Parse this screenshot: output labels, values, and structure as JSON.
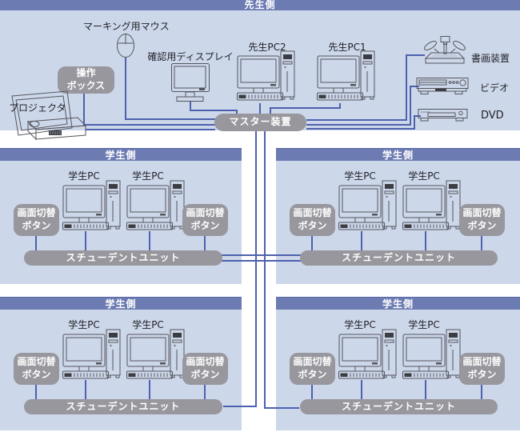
{
  "colors": {
    "panel_bg": "#cdd7ea",
    "header_bar": "#6c7bb2",
    "pill_gray": "#97979d",
    "line_blue": "#4e61ae"
  },
  "teacher_panel": {
    "header": "先生側",
    "marking_mouse_label": "マーキング用マウス",
    "control_box": {
      "line1": "操作",
      "line2": "ボックス"
    },
    "projector_label": "プロジェクタ",
    "confirm_display_label": "確認用ディスプレイ",
    "teacher_pc2_label": "先生PC2",
    "teacher_pc1_label": "先生PC1",
    "document_camera_label": "書画装置",
    "video_label": "ビデオ",
    "dvd_label": "DVD",
    "master_unit_label": "マスター装置"
  },
  "student_panels": [
    {
      "header": "学生側",
      "pc1_label": "学生PC",
      "pc2_label": "学生PC",
      "left_button": {
        "line1": "画面切替",
        "line2": "ボタン"
      },
      "right_button": {
        "line1": "画面切替",
        "line2": "ボタン"
      },
      "unit_label": "スチューデントユニット"
    },
    {
      "header": "学生側",
      "pc1_label": "学生PC",
      "pc2_label": "学生PC",
      "left_button": {
        "line1": "画面切替",
        "line2": "ボタン"
      },
      "right_button": {
        "line1": "画面切替",
        "line2": "ボタン"
      },
      "unit_label": "スチューデントユニット"
    },
    {
      "header": "学生側",
      "pc1_label": "学生PC",
      "pc2_label": "学生PC",
      "left_button": {
        "line1": "画面切替",
        "line2": "ボタン"
      },
      "right_button": {
        "line1": "画面切替",
        "line2": "ボタン"
      },
      "unit_label": "スチューデントユニット"
    },
    {
      "header": "学生側",
      "pc1_label": "学生PC",
      "pc2_label": "学生PC",
      "left_button": {
        "line1": "画面切替",
        "line2": "ボタン"
      },
      "right_button": {
        "line1": "画面切替",
        "line2": "ボタン"
      },
      "unit_label": "スチューデントユニット"
    }
  ]
}
